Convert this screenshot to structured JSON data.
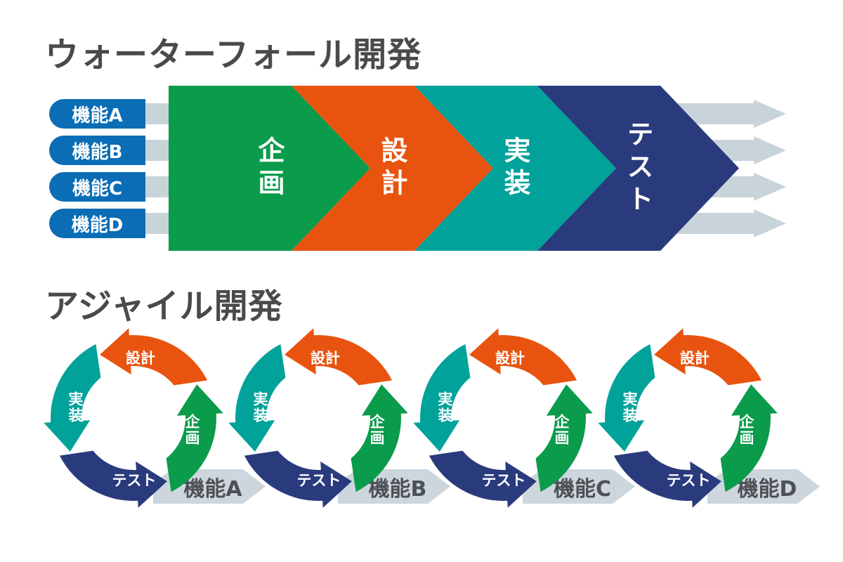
{
  "palette": {
    "green": "#0a9b4b",
    "orange": "#e8540f",
    "teal": "#00a29a",
    "navy": "#2a3b7d",
    "pill_blue": "#0a6db6",
    "flow_gray": "#c9d3da",
    "banner_gray": "#cdd6dc",
    "title_color": "#4a4a4a",
    "banner_text_color": "#4d5156",
    "stage_text_color": "#ffffff"
  },
  "waterfall": {
    "title": "ウォーターフォール開発",
    "features": [
      "機能A",
      "機能B",
      "機能C",
      "機能D"
    ],
    "stages": [
      {
        "label": "企画",
        "color": "#0a9b4b"
      },
      {
        "label": "設計",
        "color": "#e8540f"
      },
      {
        "label": "実装",
        "color": "#00a29a"
      },
      {
        "label": "テスト",
        "color": "#2a3b7d"
      }
    ]
  },
  "agile": {
    "title": "アジャイル開発",
    "stages": [
      {
        "label": "設計",
        "color": "#e8540f",
        "position": "top"
      },
      {
        "label": "実装",
        "color": "#00a29a",
        "position": "left"
      },
      {
        "label": "テスト",
        "color": "#2a3b7d",
        "position": "bottom"
      },
      {
        "label": "企画",
        "color": "#0a9b4b",
        "position": "right"
      }
    ],
    "cycles": [
      {
        "feature": "機能A"
      },
      {
        "feature": "機能B"
      },
      {
        "feature": "機能C"
      },
      {
        "feature": "機能D"
      }
    ]
  }
}
